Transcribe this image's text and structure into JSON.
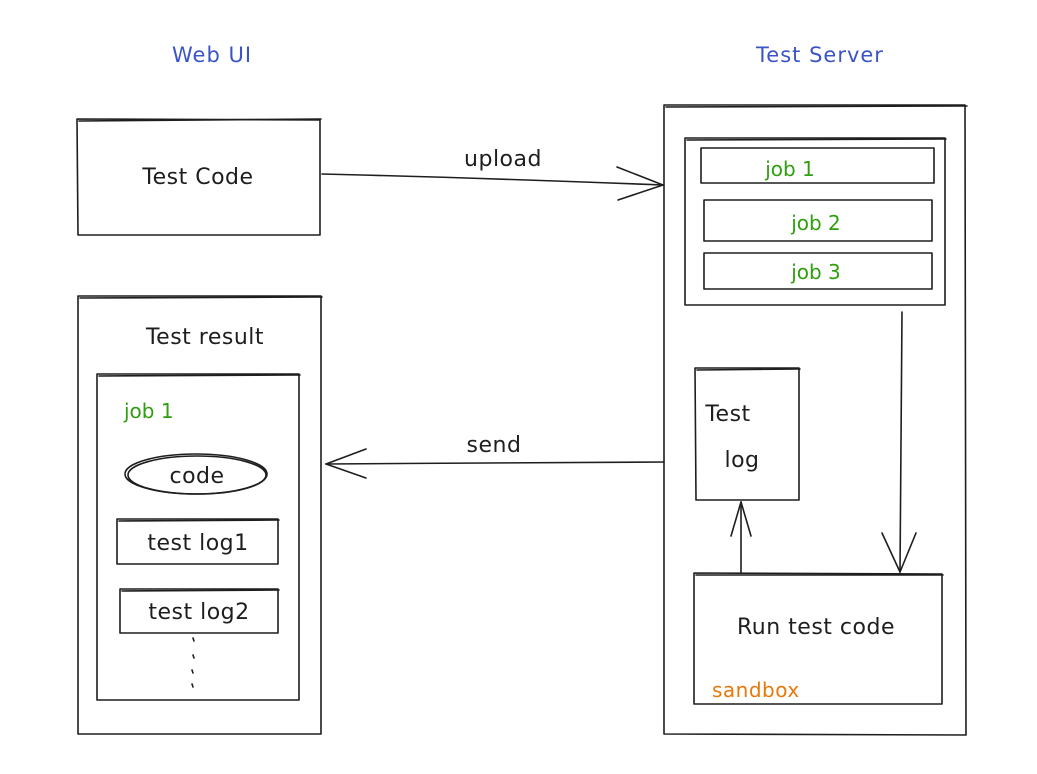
{
  "columns": {
    "web_ui": "Web UI",
    "test_server": "Test Server"
  },
  "web_ui": {
    "test_code_box": "Test Code",
    "test_result_panel": {
      "title": "Test result",
      "job_label": "job 1",
      "code_pill": "code",
      "logs": [
        "test log1",
        "test log2"
      ]
    }
  },
  "test_server": {
    "job_queue": [
      "job 1",
      "job 2",
      "job 3"
    ],
    "test_log_box": [
      "Test",
      "log"
    ],
    "run_box": "Run test code",
    "sandbox_label": "sandbox"
  },
  "arrows": {
    "upload": "upload",
    "send": "send"
  },
  "colors": {
    "header_blue": "#3b55c7",
    "job_green": "#2f9e0f",
    "sandbox_orange": "#e8780c",
    "ink": "#1e1e1e"
  }
}
